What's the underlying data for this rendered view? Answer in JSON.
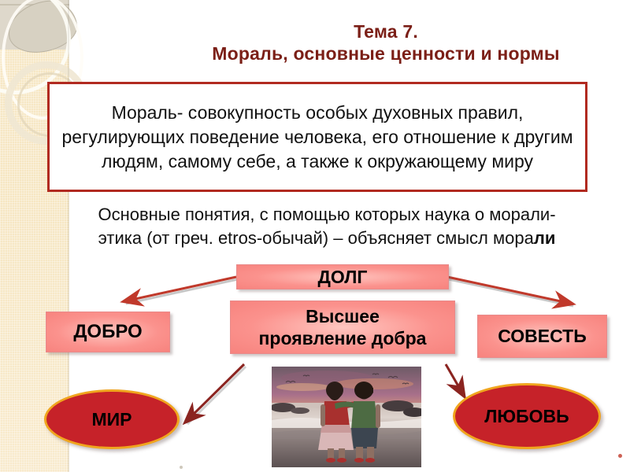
{
  "slide": {
    "title_line1": "Тема 7.",
    "title_line2": "Мораль, основные ценности и нормы",
    "title_color": "#7b1f17",
    "background_color": "#ffffff"
  },
  "definition_box": {
    "text": "Мораль- совокупность особых духовных правил, регулирующих поведение человека, его отношение к другим людям, самому себе, а также к окружающему миру",
    "border_color": "#b12a20",
    "fill_color": "#ffffff"
  },
  "intro_paragraph": {
    "text_plain": "Основные понятия, с помощью которых наука о морали- этика (от греч. etros-обычай) – объясняет смысл морали",
    "part1": "Основные понятия, с помощью которых наука о морали-",
    "part2": "этика (от греч. etros-обычай) – объясняет смысл мора",
    "part2_bold_tail": "ли"
  },
  "diagram": {
    "boxes": [
      {
        "id": "dolg",
        "label": "ДОЛГ"
      },
      {
        "id": "dobro",
        "label": "ДОБРО"
      },
      {
        "id": "center",
        "label_line1": "Высшее",
        "label_line2": "проявление добра"
      },
      {
        "id": "sovest",
        "label": "СОВЕСТЬ"
      }
    ],
    "ellipses": [
      {
        "id": "mir",
        "label": "МИР"
      },
      {
        "id": "lubov",
        "label": "ЛЮБОВЬ"
      }
    ],
    "box_fill_color": "#fb928d",
    "box_border_color": "#e88a8a",
    "ellipse_fill_color": "#c62229",
    "ellipse_border_color": "#f0a51e",
    "arrow_color_top": "#c0392b",
    "arrow_color_bottom": "#8b2420"
  },
  "photo": {
    "alt_name": "two-children-on-beach-at-sunset"
  },
  "icons": {
    "arrow_dolg_to_dobro": "arrow-down-left-icon",
    "arrow_dolg_to_sovest": "arrow-down-right-icon",
    "arrow_center_to_mir": "arrow-down-left-icon",
    "arrow_center_to_lubov": "arrow-down-right-icon"
  }
}
